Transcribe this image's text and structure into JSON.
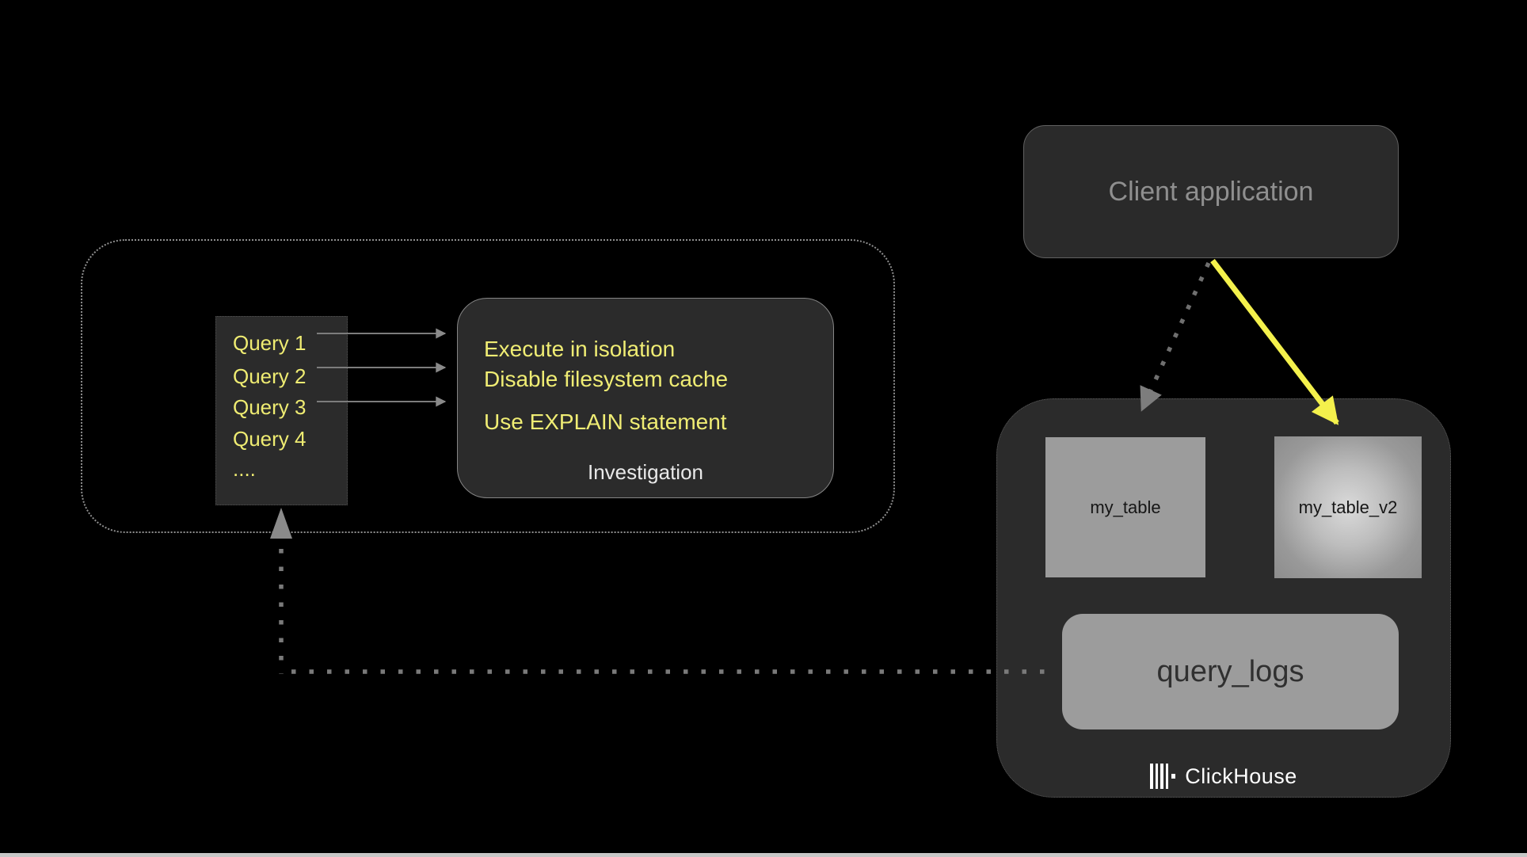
{
  "client_app": {
    "label": "Client application"
  },
  "investigation_area": {
    "queries": {
      "items": [
        "Query 1",
        "Query 2",
        "Query 3",
        "Query 4",
        "...."
      ]
    },
    "box": {
      "steps": [
        "Execute in isolation",
        "Disable filesystem cache",
        "Use EXPLAIN statement"
      ],
      "label": "Investigation"
    }
  },
  "clickhouse": {
    "table_left": "my_table",
    "table_right": "my_table_v2",
    "logs_label": "query_logs",
    "brand": "ClickHouse"
  },
  "colors": {
    "background": "#000000",
    "box_fill": "#2b2b2b",
    "highlight_text_yellow": "#f0ed74",
    "arrow_yellow": "#f4f14c",
    "table_gray": "#9c9c9c",
    "muted_text_gray": "#8f8f8f",
    "connector_gray": "#7a7a7a"
  }
}
